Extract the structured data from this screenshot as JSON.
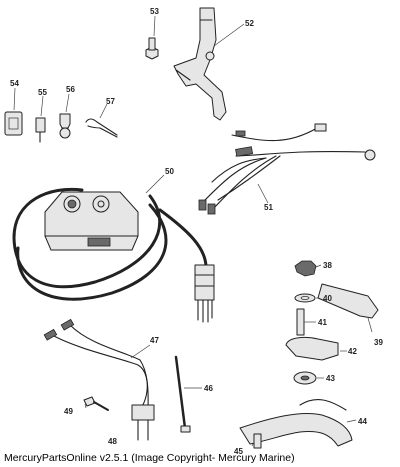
{
  "callouts": [
    {
      "id": "label-53",
      "text": "53"
    },
    {
      "id": "label-52",
      "text": "52"
    },
    {
      "id": "label-54",
      "text": "54"
    },
    {
      "id": "label-55",
      "text": "55"
    },
    {
      "id": "label-56",
      "text": "56"
    },
    {
      "id": "label-57",
      "text": "57"
    },
    {
      "id": "label-50",
      "text": "50"
    },
    {
      "id": "label-51",
      "text": "51"
    },
    {
      "id": "label-38",
      "text": "38"
    },
    {
      "id": "label-40",
      "text": "40"
    },
    {
      "id": "label-41",
      "text": "41"
    },
    {
      "id": "label-39",
      "text": "39"
    },
    {
      "id": "label-42",
      "text": "42"
    },
    {
      "id": "label-43",
      "text": "43"
    },
    {
      "id": "label-47",
      "text": "47"
    },
    {
      "id": "label-46",
      "text": "46"
    },
    {
      "id": "label-49",
      "text": "49"
    },
    {
      "id": "label-48",
      "text": "48"
    },
    {
      "id": "label-44",
      "text": "44"
    },
    {
      "id": "label-45",
      "text": "45"
    }
  ],
  "footer": {
    "text": "MercuryPartsOnline v2.5.1 (Image Copyright- Mercury Marine)"
  }
}
